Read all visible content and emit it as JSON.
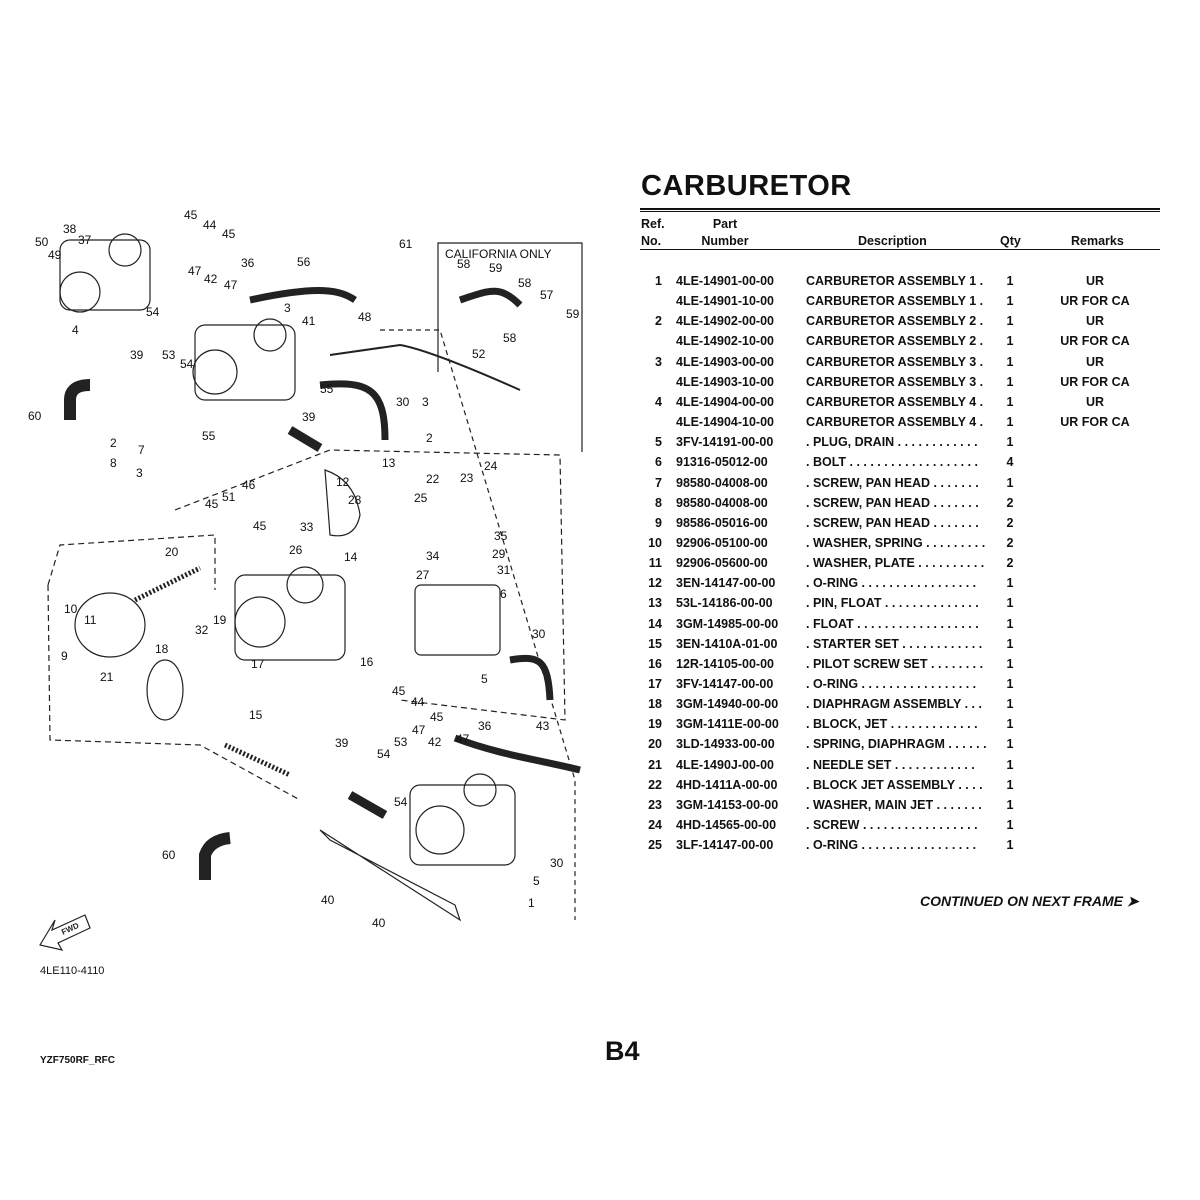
{
  "title": "CARBURETOR",
  "table": {
    "headers": {
      "ref": "Ref.\nNo.",
      "ref_line1": "Ref.",
      "ref_line2": "No.",
      "part_line1": "Part",
      "part_line2": "Number",
      "description": "Description",
      "qty": "Qty",
      "remarks": "Remarks"
    },
    "rows": [
      {
        "ref": "1",
        "part": "4LE-14901-00-00",
        "desc": "CARBURETOR ASSEMBLY 1  .",
        "qty": "1",
        "remarks": "UR"
      },
      {
        "ref": "",
        "part": "4LE-14901-10-00",
        "desc": "CARBURETOR ASSEMBLY 1  .",
        "qty": "1",
        "remarks": "UR FOR CA"
      },
      {
        "ref": "2",
        "part": "4LE-14902-00-00",
        "desc": "CARBURETOR ASSEMBLY 2  .",
        "qty": "1",
        "remarks": "UR"
      },
      {
        "ref": "",
        "part": "4LE-14902-10-00",
        "desc": "CARBURETOR ASSEMBLY 2  .",
        "qty": "1",
        "remarks": "UR FOR CA"
      },
      {
        "ref": "3",
        "part": "4LE-14903-00-00",
        "desc": "CARBURETOR ASSEMBLY 3  .",
        "qty": "1",
        "remarks": "UR"
      },
      {
        "ref": "",
        "part": "4LE-14903-10-00",
        "desc": "CARBURETOR ASSEMBLY 3  .",
        "qty": "1",
        "remarks": "UR FOR CA"
      },
      {
        "ref": "4",
        "part": "4LE-14904-00-00",
        "desc": "CARBURETOR ASSEMBLY 4  .",
        "qty": "1",
        "remarks": "UR"
      },
      {
        "ref": "",
        "part": "4LE-14904-10-00",
        "desc": "CARBURETOR ASSEMBLY 4  .",
        "qty": "1",
        "remarks": "UR FOR CA"
      },
      {
        "ref": "5",
        "part": "3FV-14191-00-00",
        "desc": ". PLUG, DRAIN  . . . . . . . . . . . .",
        "qty": "1",
        "remarks": ""
      },
      {
        "ref": "6",
        "part": "91316-05012-00",
        "desc": ". BOLT . . . . . . . . . . . . . . . . . . .",
        "qty": "4",
        "remarks": ""
      },
      {
        "ref": "7",
        "part": "98580-04008-00",
        "desc": ". SCREW, PAN HEAD  . . . . . . .",
        "qty": "1",
        "remarks": ""
      },
      {
        "ref": "8",
        "part": "98580-04008-00",
        "desc": ". SCREW, PAN HEAD  . . . . . . .",
        "qty": "2",
        "remarks": ""
      },
      {
        "ref": "9",
        "part": "98586-05016-00",
        "desc": ". SCREW, PAN HEAD  . . . . . . .",
        "qty": "2",
        "remarks": ""
      },
      {
        "ref": "10",
        "part": "92906-05100-00",
        "desc": ". WASHER, SPRING . . . . . . . . .",
        "qty": "2",
        "remarks": ""
      },
      {
        "ref": "11",
        "part": "92906-05600-00",
        "desc": ". WASHER, PLATE . . . . . . . . . .",
        "qty": "2",
        "remarks": ""
      },
      {
        "ref": "12",
        "part": "3EN-14147-00-00",
        "desc": ". O-RING  . . . . . . . . . . . . . . . . .",
        "qty": "1",
        "remarks": ""
      },
      {
        "ref": "13",
        "part": "53L-14186-00-00",
        "desc": ". PIN, FLOAT  . . . . . . . . . . . . . .",
        "qty": "1",
        "remarks": ""
      },
      {
        "ref": "14",
        "part": "3GM-14985-00-00",
        "desc": ". FLOAT . . . . . . . . . . . . . . . . . .",
        "qty": "1",
        "remarks": ""
      },
      {
        "ref": "15",
        "part": "3EN-1410A-01-00",
        "desc": ". STARTER SET . . . . . . . . . . . .",
        "qty": "1",
        "remarks": ""
      },
      {
        "ref": "16",
        "part": "12R-14105-00-00",
        "desc": ". PILOT SCREW SET  . . . . . . . .",
        "qty": "1",
        "remarks": ""
      },
      {
        "ref": "17",
        "part": "3FV-14147-00-00",
        "desc": ". O-RING  . . . . . . . . . . . . . . . . .",
        "qty": "1",
        "remarks": ""
      },
      {
        "ref": "18",
        "part": "3GM-14940-00-00",
        "desc": ". DIAPHRAGM ASSEMBLY  . . .",
        "qty": "1",
        "remarks": ""
      },
      {
        "ref": "19",
        "part": "3GM-1411E-00-00",
        "desc": ". BLOCK, JET  . . . . . . . . . . . . .",
        "qty": "1",
        "remarks": ""
      },
      {
        "ref": "20",
        "part": "3LD-14933-00-00",
        "desc": ". SPRING, DIAPHRAGM  . . . . . .",
        "qty": "1",
        "remarks": ""
      },
      {
        "ref": "21",
        "part": "4LE-1490J-00-00",
        "desc": ". NEEDLE SET  . . . . . . . . . . . .",
        "qty": "1",
        "remarks": ""
      },
      {
        "ref": "22",
        "part": "4HD-1411A-00-00",
        "desc": ". BLOCK JET ASSEMBLY  . . . .",
        "qty": "1",
        "remarks": ""
      },
      {
        "ref": "23",
        "part": "3GM-14153-00-00",
        "desc": ". WASHER, MAIN JET  . . . . . . .",
        "qty": "1",
        "remarks": ""
      },
      {
        "ref": "24",
        "part": "4HD-14565-00-00",
        "desc": ". SCREW  . . . . . . . . . . . . . . . . .",
        "qty": "1",
        "remarks": ""
      },
      {
        "ref": "25",
        "part": "3LF-14147-00-00",
        "desc": ". O-RING  . . . . . . . . . . . . . . . . .",
        "qty": "1",
        "remarks": ""
      }
    ]
  },
  "continued": "CONTINUED ON NEXT FRAME ➤",
  "page_number": "B4",
  "model_code": "YZF750RF_RFC",
  "figure": {
    "code": "4LE110-4110",
    "california_label": "CALIFORNIA ONLY",
    "fwd_label": "FWD",
    "callouts": [
      "38",
      "45",
      "44",
      "45",
      "37",
      "50",
      "49",
      "61",
      "36",
      "56",
      "47",
      "42",
      "47",
      "54",
      "3",
      "41",
      "48",
      "4",
      "39",
      "53",
      "54",
      "52",
      "55",
      "39",
      "60",
      "55",
      "30",
      "3",
      "2",
      "2",
      "7",
      "8",
      "3",
      "13",
      "12",
      "22",
      "24",
      "23",
      "46",
      "51",
      "45",
      "28",
      "25",
      "45",
      "33",
      "26",
      "35",
      "14",
      "34",
      "29",
      "31",
      "27",
      "20",
      "6",
      "10",
      "11",
      "9",
      "19",
      "32",
      "30",
      "17",
      "16",
      "18",
      "5",
      "45",
      "21",
      "44",
      "45",
      "15",
      "39",
      "47",
      "42",
      "53",
      "36",
      "43",
      "47",
      "54",
      "54",
      "60",
      "30",
      "5",
      "1",
      "40",
      "40",
      "58",
      "59",
      "58",
      "57",
      "59",
      "58"
    ]
  },
  "colors": {
    "ink": "#111111",
    "paper": "#ffffff"
  }
}
